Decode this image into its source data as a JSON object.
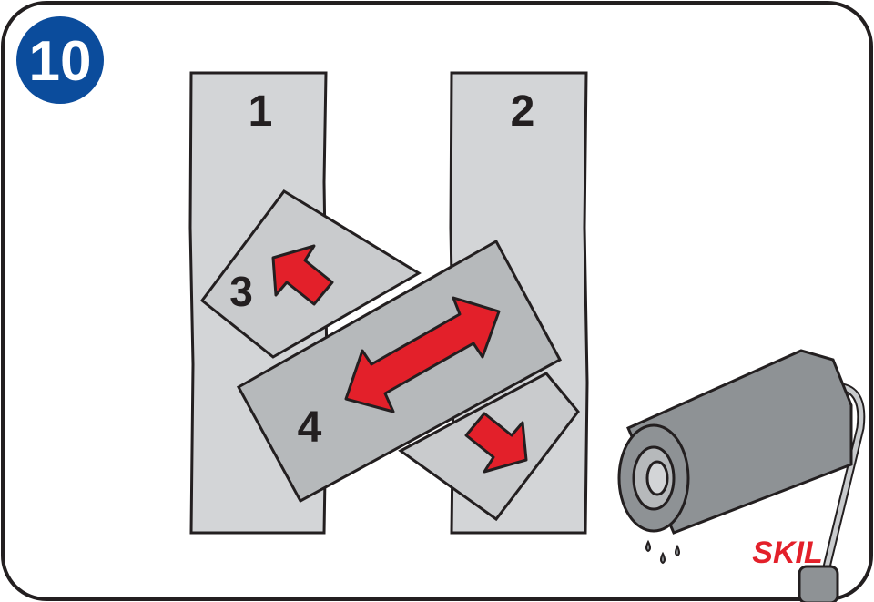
{
  "step": {
    "number": "10"
  },
  "strips": [
    {
      "label": "1"
    },
    {
      "label": "2"
    }
  ],
  "patches": [
    {
      "label": "3"
    },
    {
      "label": "4"
    }
  ],
  "logo": {
    "text": "SKIL"
  },
  "colors": {
    "badge": "#0b4c9c",
    "arrow": "#e3202a",
    "strip": "#d3d5d7",
    "patch3": "#c9cbcd",
    "patch4": "#b6b9bb",
    "roller": "#8e9295",
    "logo": "#e3202a"
  }
}
